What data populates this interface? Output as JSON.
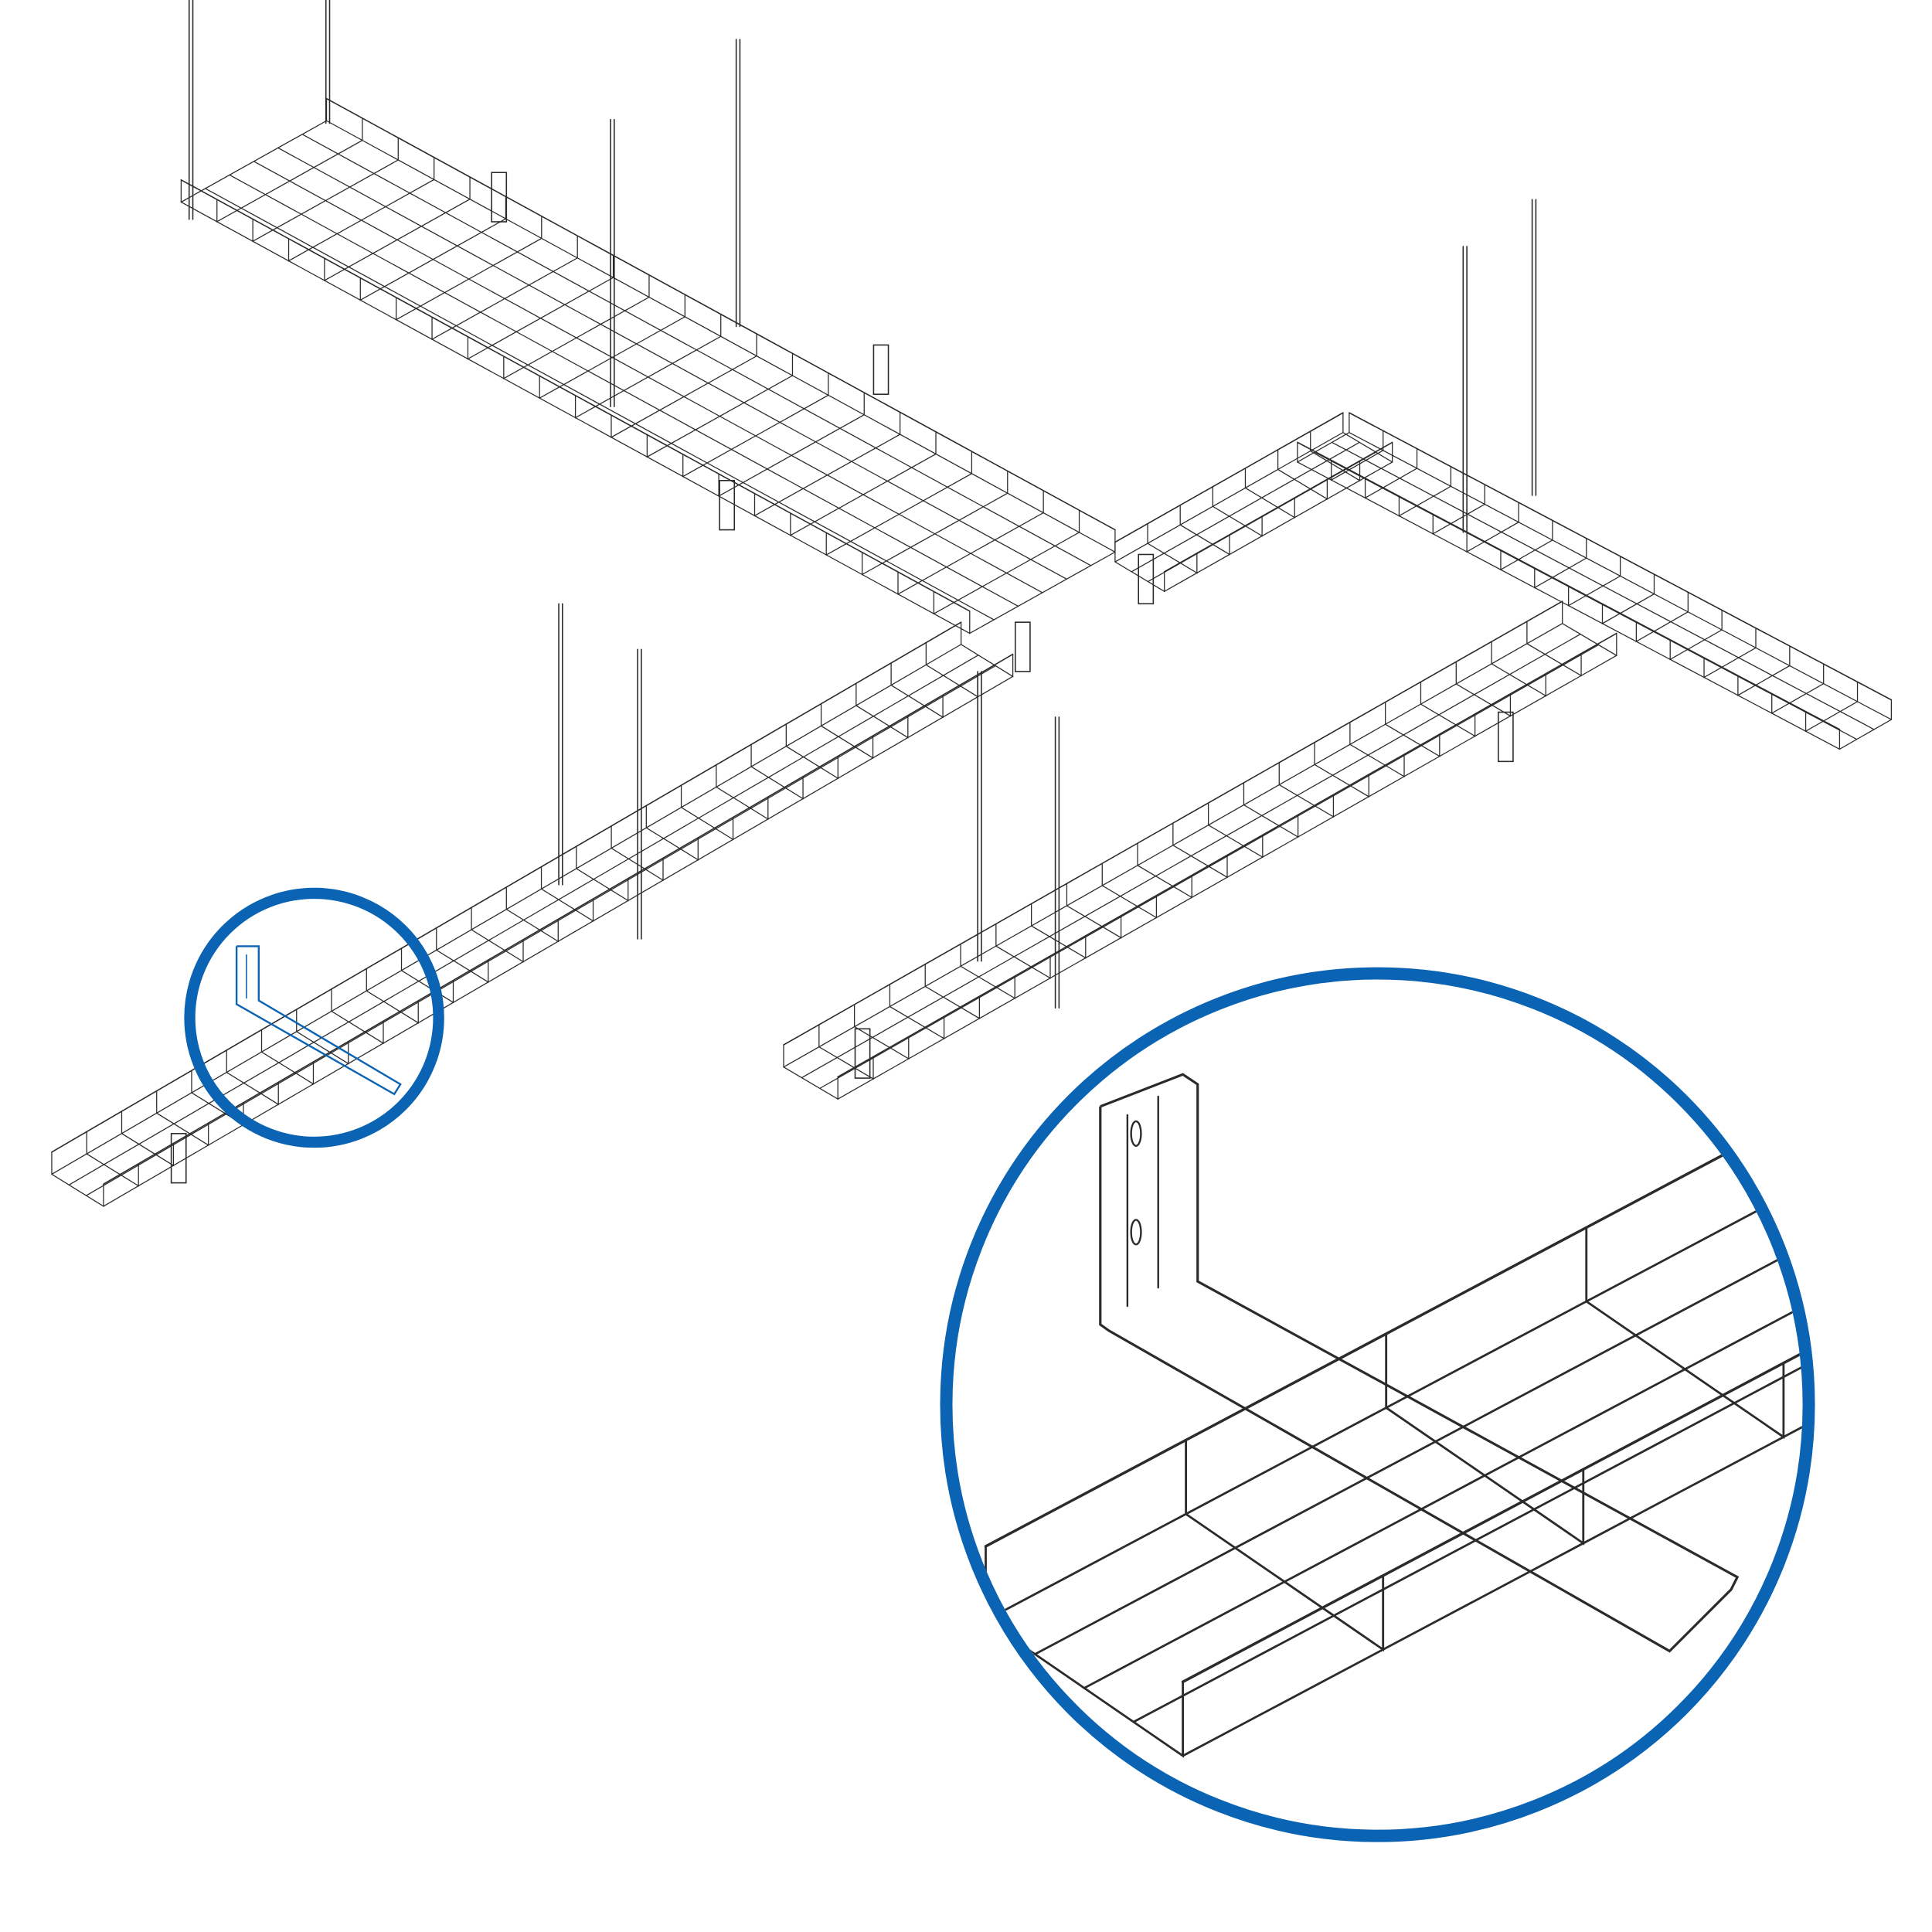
{
  "colors": {
    "line": "#2b2b2b",
    "highlight": "#0b63b3",
    "callout_ring": "#0b63b3",
    "background": "#ffffff"
  },
  "icons": [
    "cable-tray",
    "threaded-rod",
    "wall-bracket",
    "magnifier-callout"
  ]
}
